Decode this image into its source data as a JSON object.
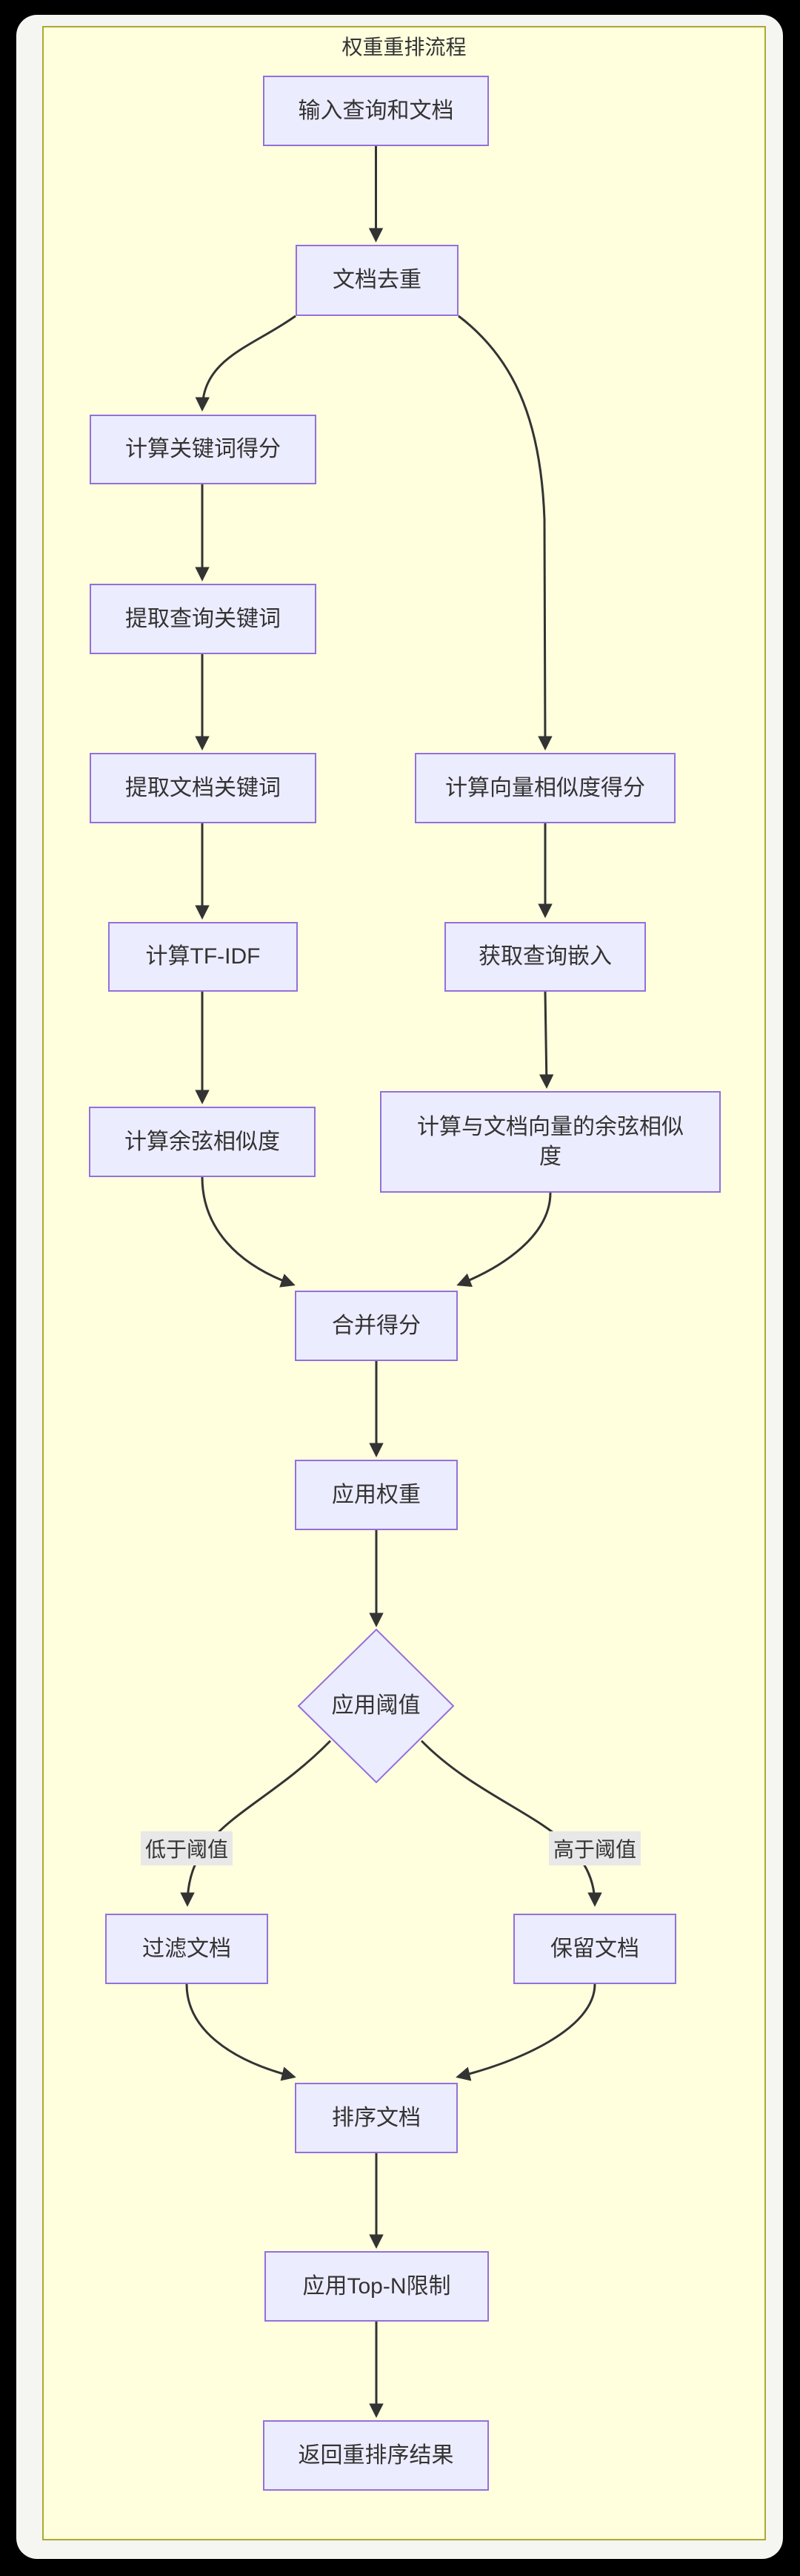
{
  "diagram": {
    "title": "权重重排流程",
    "nodes": {
      "input": {
        "label": "输入查询和文档",
        "shape": "rect"
      },
      "dedupe": {
        "label": "文档去重",
        "shape": "rect"
      },
      "keyword_score": {
        "label": "计算关键词得分",
        "shape": "rect"
      },
      "extract_query_kw": {
        "label": "提取查询关键词",
        "shape": "rect"
      },
      "extract_doc_kw": {
        "label": "提取文档关键词",
        "shape": "rect"
      },
      "vector_score": {
        "label": "计算向量相似度得分",
        "shape": "rect"
      },
      "tfidf": {
        "label": "计算TF-IDF",
        "shape": "rect"
      },
      "query_embedding": {
        "label": "获取查询嵌入",
        "shape": "rect"
      },
      "cosine": {
        "label": "计算余弦相似度",
        "shape": "rect"
      },
      "doc_cosine": {
        "label": "计算与文档向量的余弦相似度",
        "shape": "rect"
      },
      "merge": {
        "label": "合并得分",
        "shape": "rect"
      },
      "weights": {
        "label": "应用权重",
        "shape": "rect"
      },
      "threshold": {
        "label": "应用阈值",
        "shape": "decision"
      },
      "filter": {
        "label": "过滤文档",
        "shape": "rect"
      },
      "keep": {
        "label": "保留文档",
        "shape": "rect"
      },
      "sort": {
        "label": "排序文档",
        "shape": "rect"
      },
      "topn": {
        "label": "应用Top-N限制",
        "shape": "rect"
      },
      "result": {
        "label": "返回重排序结果",
        "shape": "rect"
      }
    },
    "edge_labels": {
      "below_threshold": "低于阈值",
      "above_threshold": "高于阈值"
    },
    "edges": [
      {
        "from": "input",
        "to": "dedupe",
        "label": ""
      },
      {
        "from": "dedupe",
        "to": "keyword_score",
        "label": ""
      },
      {
        "from": "dedupe",
        "to": "vector_score",
        "label": ""
      },
      {
        "from": "keyword_score",
        "to": "extract_query_kw",
        "label": ""
      },
      {
        "from": "extract_query_kw",
        "to": "extract_doc_kw",
        "label": ""
      },
      {
        "from": "extract_doc_kw",
        "to": "tfidf",
        "label": ""
      },
      {
        "from": "vector_score",
        "to": "query_embedding",
        "label": ""
      },
      {
        "from": "tfidf",
        "to": "cosine",
        "label": ""
      },
      {
        "from": "query_embedding",
        "to": "doc_cosine",
        "label": ""
      },
      {
        "from": "cosine",
        "to": "merge",
        "label": ""
      },
      {
        "from": "doc_cosine",
        "to": "merge",
        "label": ""
      },
      {
        "from": "merge",
        "to": "weights",
        "label": ""
      },
      {
        "from": "weights",
        "to": "threshold",
        "label": ""
      },
      {
        "from": "threshold",
        "to": "filter",
        "label": "低于阈值"
      },
      {
        "from": "threshold",
        "to": "keep",
        "label": "高于阈值"
      },
      {
        "from": "filter",
        "to": "sort",
        "label": ""
      },
      {
        "from": "keep",
        "to": "sort",
        "label": ""
      },
      {
        "from": "sort",
        "to": "topn",
        "label": ""
      },
      {
        "from": "topn",
        "to": "result",
        "label": ""
      }
    ],
    "colors": {
      "page_background": "#000000",
      "frame_background": "#F5F5F1",
      "canvas_background": "#FFFFDE",
      "canvas_border": "#AAAA33",
      "node_fill": "#ECECFF",
      "node_border": "#9370DB",
      "edge_line": "#333333",
      "edge_label_background": "#E8E8E8",
      "text": "#333333"
    }
  }
}
